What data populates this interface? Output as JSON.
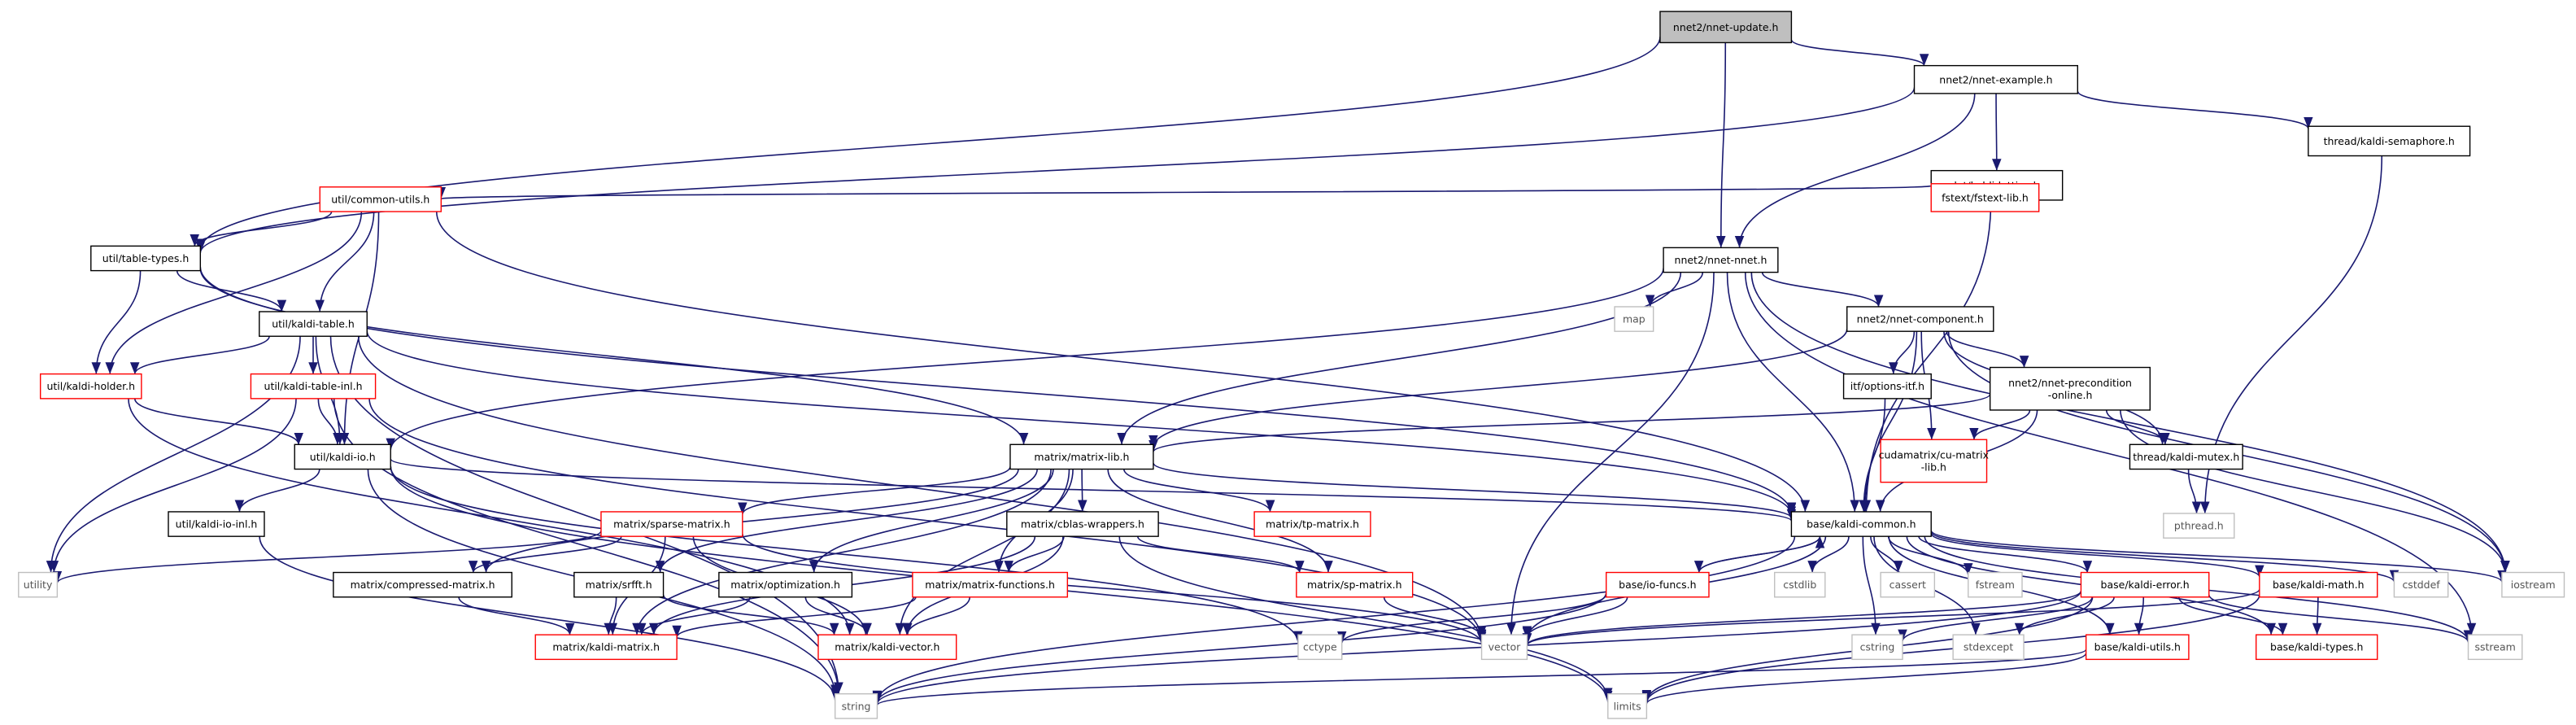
{
  "graph": {
    "nodes": [
      {
        "id": "n0",
        "label": [
          "nnet2/nnet-update.h"
        ],
        "style": "target"
      },
      {
        "id": "n1",
        "label": [
          "nnet2/nnet-example.h"
        ],
        "style": "normal"
      },
      {
        "id": "n2",
        "label": [
          "lat/kaldi-lattice.h"
        ],
        "style": "normal"
      },
      {
        "id": "n3",
        "label": [
          "thread/kaldi-semaphore.h"
        ],
        "style": "normal"
      },
      {
        "id": "n4",
        "label": [
          "util/common-utils.h"
        ],
        "style": "red"
      },
      {
        "id": "n5",
        "label": [
          "fstext/fstext-lib.h"
        ],
        "style": "red"
      },
      {
        "id": "n6",
        "label": [
          "util/table-types.h"
        ],
        "style": "normal"
      },
      {
        "id": "n7",
        "label": [
          "nnet2/nnet-nnet.h"
        ],
        "style": "normal"
      },
      {
        "id": "n8",
        "label": [
          "util/kaldi-table.h"
        ],
        "style": "normal"
      },
      {
        "id": "n9",
        "label": [
          "map"
        ],
        "style": "gray"
      },
      {
        "id": "n10",
        "label": [
          "nnet2/nnet-component.h"
        ],
        "style": "normal"
      },
      {
        "id": "n11",
        "label": [
          "util/kaldi-holder.h"
        ],
        "style": "red"
      },
      {
        "id": "n12",
        "label": [
          "util/kaldi-table-inl.h"
        ],
        "style": "red"
      },
      {
        "id": "n13",
        "label": [
          "itf/options-itf.h"
        ],
        "style": "normal"
      },
      {
        "id": "n14",
        "label": [
          "nnet2/nnet-precondition",
          "-online.h"
        ],
        "style": "normal"
      },
      {
        "id": "n15",
        "label": [
          "util/kaldi-io.h"
        ],
        "style": "normal"
      },
      {
        "id": "n16",
        "label": [
          "matrix/matrix-lib.h"
        ],
        "style": "normal"
      },
      {
        "id": "n17",
        "label": [
          "cudamatrix/cu-matrix",
          "-lib.h"
        ],
        "style": "red"
      },
      {
        "id": "n18",
        "label": [
          "thread/kaldi-mutex.h"
        ],
        "style": "normal"
      },
      {
        "id": "n19",
        "label": [
          "util/kaldi-io-inl.h"
        ],
        "style": "normal"
      },
      {
        "id": "n20",
        "label": [
          "matrix/sparse-matrix.h"
        ],
        "style": "red"
      },
      {
        "id": "n21",
        "label": [
          "matrix/cblas-wrappers.h"
        ],
        "style": "normal"
      },
      {
        "id": "n22",
        "label": [
          "matrix/tp-matrix.h"
        ],
        "style": "red"
      },
      {
        "id": "n23",
        "label": [
          "base/kaldi-common.h"
        ],
        "style": "normal"
      },
      {
        "id": "n24",
        "label": [
          "pthread.h"
        ],
        "style": "gray"
      },
      {
        "id": "n25",
        "label": [
          "utility"
        ],
        "style": "gray"
      },
      {
        "id": "n26",
        "label": [
          "matrix/compressed-matrix.h"
        ],
        "style": "normal"
      },
      {
        "id": "n27",
        "label": [
          "matrix/srfft.h"
        ],
        "style": "normal"
      },
      {
        "id": "n28",
        "label": [
          "matrix/optimization.h"
        ],
        "style": "normal"
      },
      {
        "id": "n29",
        "label": [
          "matrix/matrix-functions.h"
        ],
        "style": "red"
      },
      {
        "id": "n30",
        "label": [
          "matrix/sp-matrix.h"
        ],
        "style": "red"
      },
      {
        "id": "n31",
        "label": [
          "base/io-funcs.h"
        ],
        "style": "red"
      },
      {
        "id": "n32",
        "label": [
          "cstdlib"
        ],
        "style": "gray"
      },
      {
        "id": "n33",
        "label": [
          "cassert"
        ],
        "style": "gray"
      },
      {
        "id": "n34",
        "label": [
          "fstream"
        ],
        "style": "gray"
      },
      {
        "id": "n35",
        "label": [
          "base/kaldi-error.h"
        ],
        "style": "red"
      },
      {
        "id": "n36",
        "label": [
          "base/kaldi-math.h"
        ],
        "style": "red"
      },
      {
        "id": "n37",
        "label": [
          "cstddef"
        ],
        "style": "gray"
      },
      {
        "id": "n38",
        "label": [
          "iostream"
        ],
        "style": "gray"
      },
      {
        "id": "n39",
        "label": [
          "matrix/kaldi-matrix.h"
        ],
        "style": "red"
      },
      {
        "id": "n40",
        "label": [
          "matrix/kaldi-vector.h"
        ],
        "style": "red"
      },
      {
        "id": "n41",
        "label": [
          "cctype"
        ],
        "style": "gray"
      },
      {
        "id": "n42",
        "label": [
          "vector"
        ],
        "style": "gray"
      },
      {
        "id": "n43",
        "label": [
          "cstring"
        ],
        "style": "gray"
      },
      {
        "id": "n44",
        "label": [
          "stdexcept"
        ],
        "style": "gray"
      },
      {
        "id": "n45",
        "label": [
          "base/kaldi-utils.h"
        ],
        "style": "red"
      },
      {
        "id": "n46",
        "label": [
          "base/kaldi-types.h"
        ],
        "style": "red"
      },
      {
        "id": "n47",
        "label": [
          "sstream"
        ],
        "style": "gray"
      },
      {
        "id": "n48",
        "label": [
          "string"
        ],
        "style": "gray"
      },
      {
        "id": "n49",
        "label": [
          "limits"
        ],
        "style": "gray"
      }
    ],
    "edges": [
      [
        "n0",
        "n1"
      ],
      [
        "n0",
        "n7"
      ],
      [
        "n0",
        "n6"
      ],
      [
        "n1",
        "n2"
      ],
      [
        "n1",
        "n3"
      ],
      [
        "n1",
        "n6"
      ],
      [
        "n1",
        "n7"
      ],
      [
        "n2",
        "n4"
      ],
      [
        "n2",
        "n5"
      ],
      [
        "n2",
        "n23"
      ],
      [
        "n3",
        "n24"
      ],
      [
        "n4",
        "n6"
      ],
      [
        "n4",
        "n8"
      ],
      [
        "n4",
        "n11"
      ],
      [
        "n4",
        "n15"
      ],
      [
        "n4",
        "n23"
      ],
      [
        "n6",
        "n8"
      ],
      [
        "n6",
        "n11"
      ],
      [
        "n6",
        "n16"
      ],
      [
        "n6",
        "n23"
      ],
      [
        "n7",
        "n10"
      ],
      [
        "n7",
        "n9"
      ],
      [
        "n7",
        "n16"
      ],
      [
        "n7",
        "n23"
      ],
      [
        "n7",
        "n15"
      ],
      [
        "n7",
        "n38"
      ],
      [
        "n7",
        "n42"
      ],
      [
        "n7",
        "n47"
      ],
      [
        "n8",
        "n11"
      ],
      [
        "n8",
        "n12"
      ],
      [
        "n8",
        "n15"
      ],
      [
        "n8",
        "n25"
      ],
      [
        "n8",
        "n23"
      ],
      [
        "n8",
        "n42"
      ],
      [
        "n8",
        "n48"
      ],
      [
        "n10",
        "n13"
      ],
      [
        "n10",
        "n14"
      ],
      [
        "n10",
        "n16"
      ],
      [
        "n10",
        "n17"
      ],
      [
        "n10",
        "n18"
      ],
      [
        "n10",
        "n23"
      ],
      [
        "n10",
        "n38"
      ],
      [
        "n11",
        "n15"
      ],
      [
        "n11",
        "n40"
      ],
      [
        "n12",
        "n15"
      ],
      [
        "n12",
        "n25"
      ],
      [
        "n12",
        "n42"
      ],
      [
        "n12",
        "n48"
      ],
      [
        "n13",
        "n23"
      ],
      [
        "n14",
        "n16"
      ],
      [
        "n14",
        "n17"
      ],
      [
        "n14",
        "n18"
      ],
      [
        "n14",
        "n23"
      ],
      [
        "n14",
        "n38"
      ],
      [
        "n15",
        "n19"
      ],
      [
        "n15",
        "n23"
      ],
      [
        "n15",
        "n48"
      ],
      [
        "n15",
        "n49"
      ],
      [
        "n15",
        "n41"
      ],
      [
        "n16",
        "n20"
      ],
      [
        "n16",
        "n21"
      ],
      [
        "n16",
        "n22"
      ],
      [
        "n16",
        "n26"
      ],
      [
        "n16",
        "n27"
      ],
      [
        "n16",
        "n28"
      ],
      [
        "n16",
        "n29"
      ],
      [
        "n16",
        "n30"
      ],
      [
        "n16",
        "n39"
      ],
      [
        "n16",
        "n40"
      ],
      [
        "n16",
        "n23"
      ],
      [
        "n18",
        "n24"
      ],
      [
        "n19",
        "n48"
      ],
      [
        "n20",
        "n25"
      ],
      [
        "n20",
        "n26"
      ],
      [
        "n20",
        "n39"
      ],
      [
        "n20",
        "n40"
      ],
      [
        "n20",
        "n42"
      ],
      [
        "n21",
        "n29"
      ],
      [
        "n21",
        "n30"
      ],
      [
        "n21",
        "n39"
      ],
      [
        "n21",
        "n40"
      ],
      [
        "n21",
        "n49"
      ],
      [
        "n23",
        "n31"
      ],
      [
        "n23",
        "n32"
      ],
      [
        "n23",
        "n33"
      ],
      [
        "n23",
        "n34"
      ],
      [
        "n23",
        "n35"
      ],
      [
        "n23",
        "n36"
      ],
      [
        "n23",
        "n37"
      ],
      [
        "n23",
        "n38"
      ],
      [
        "n23",
        "n42"
      ],
      [
        "n23",
        "n43"
      ],
      [
        "n23",
        "n44"
      ],
      [
        "n23",
        "n45"
      ],
      [
        "n23",
        "n46"
      ],
      [
        "n23",
        "n47"
      ],
      [
        "n23",
        "n48"
      ],
      [
        "n26",
        "n39"
      ],
      [
        "n27",
        "n39"
      ],
      [
        "n27",
        "n40"
      ],
      [
        "n28",
        "n39"
      ],
      [
        "n28",
        "n40"
      ],
      [
        "n29",
        "n39"
      ],
      [
        "n29",
        "n40"
      ],
      [
        "n30",
        "n42"
      ],
      [
        "n31",
        "n23"
      ],
      [
        "n31",
        "n41"
      ],
      [
        "n31",
        "n42"
      ],
      [
        "n31",
        "n48"
      ],
      [
        "n35",
        "n42"
      ],
      [
        "n35",
        "n43"
      ],
      [
        "n35",
        "n44"
      ],
      [
        "n35",
        "n45"
      ],
      [
        "n35",
        "n46"
      ],
      [
        "n35",
        "n47"
      ],
      [
        "n35",
        "n48"
      ],
      [
        "n35",
        "n49"
      ],
      [
        "n36",
        "n46"
      ],
      [
        "n36",
        "n49"
      ],
      [
        "n36",
        "n42"
      ],
      [
        "n45",
        "n48"
      ],
      [
        "n45",
        "n49"
      ]
    ]
  }
}
